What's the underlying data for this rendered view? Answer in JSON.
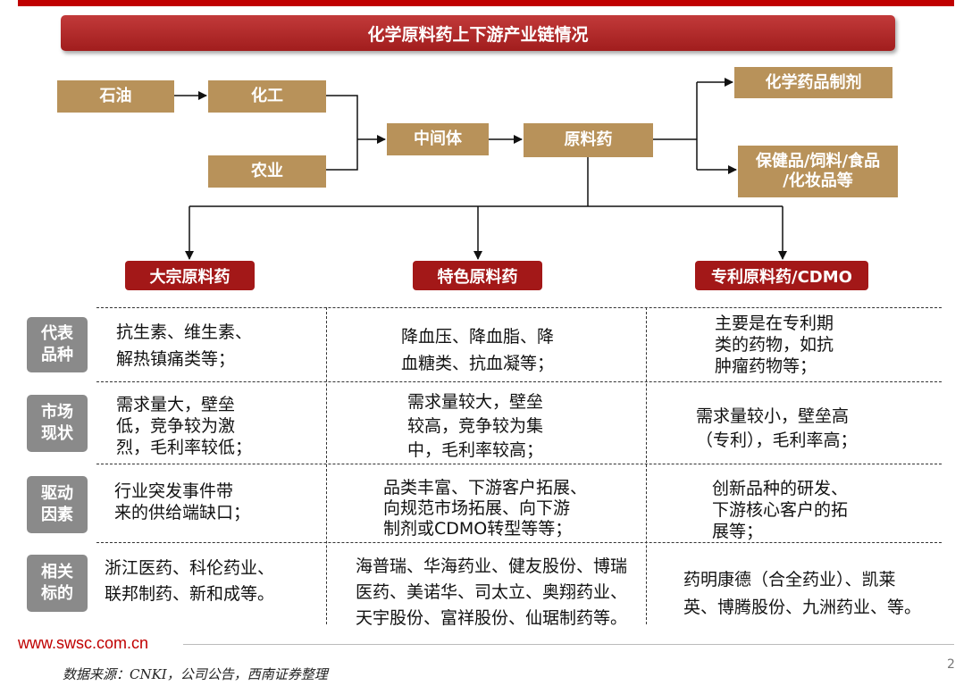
{
  "title": "化学原料药上下游产业链情况",
  "flow": {
    "petroleum": "石油",
    "chemical": "化工",
    "agriculture": "农业",
    "intermediate": "中间体",
    "api": "原料药",
    "formulation": "化学药品制剂",
    "health_line1": "保健品/饲料/食品",
    "health_line2": "/化妆品等"
  },
  "categories": [
    "大宗原料药",
    "特色原料药",
    "专利原料药/CDMO"
  ],
  "rows": [
    {
      "label": [
        "代表",
        "品种"
      ],
      "cells": [
        [
          "抗生素、维生素、",
          "解热镇痛类等；"
        ],
        [
          "降血压、降血脂、降",
          "血糖类、抗血凝等；"
        ],
        [
          "主要是在专利期",
          "类的药物，如抗",
          "肿瘤药物等；"
        ]
      ]
    },
    {
      "label": [
        "市场",
        "现状"
      ],
      "cells": [
        [
          "需求量大，壁垒",
          "低，竞争较为激",
          "烈，毛利率较低；"
        ],
        [
          "需求量较大，壁垒",
          "较高，竞争较为集",
          "中，毛利率较高；"
        ],
        [
          "需求量较小，壁垒高",
          "（专利），毛利率高；"
        ]
      ]
    },
    {
      "label": [
        "驱动",
        "因素"
      ],
      "cells": [
        [
          "行业突发事件带",
          "来的供给端缺口；"
        ],
        [
          "品类丰富、下游客户拓展、",
          "向规范市场拓展、向下游",
          "制剂或CDMO转型等等；"
        ],
        [
          "创新品种的研发、",
          "下游核心客户的拓",
          "展等；"
        ]
      ]
    },
    {
      "label": [
        "相关",
        "标的"
      ],
      "cells": [
        [
          "浙江医药、科伦药业、",
          "联邦制药、新和成等。"
        ],
        [
          "海普瑞、华海药业、健友股份、博瑞",
          "医药、美诺华、司太立、奥翔药业、",
          "天宇股份、富祥股份、仙琚制药等。"
        ],
        [
          "药明康德（合全药业）、凯莱",
          "英、博腾股份、九洲药业、等。"
        ]
      ]
    }
  ],
  "footer": {
    "url": "www.swsc.com.cn",
    "page": "2",
    "source": "数据来源：CNKI，公司公告，西南证券整理"
  },
  "colors": {
    "red": "#a31818",
    "gold": "#b8925a",
    "gray": "#8a8a8a",
    "brand": "#c00000"
  }
}
